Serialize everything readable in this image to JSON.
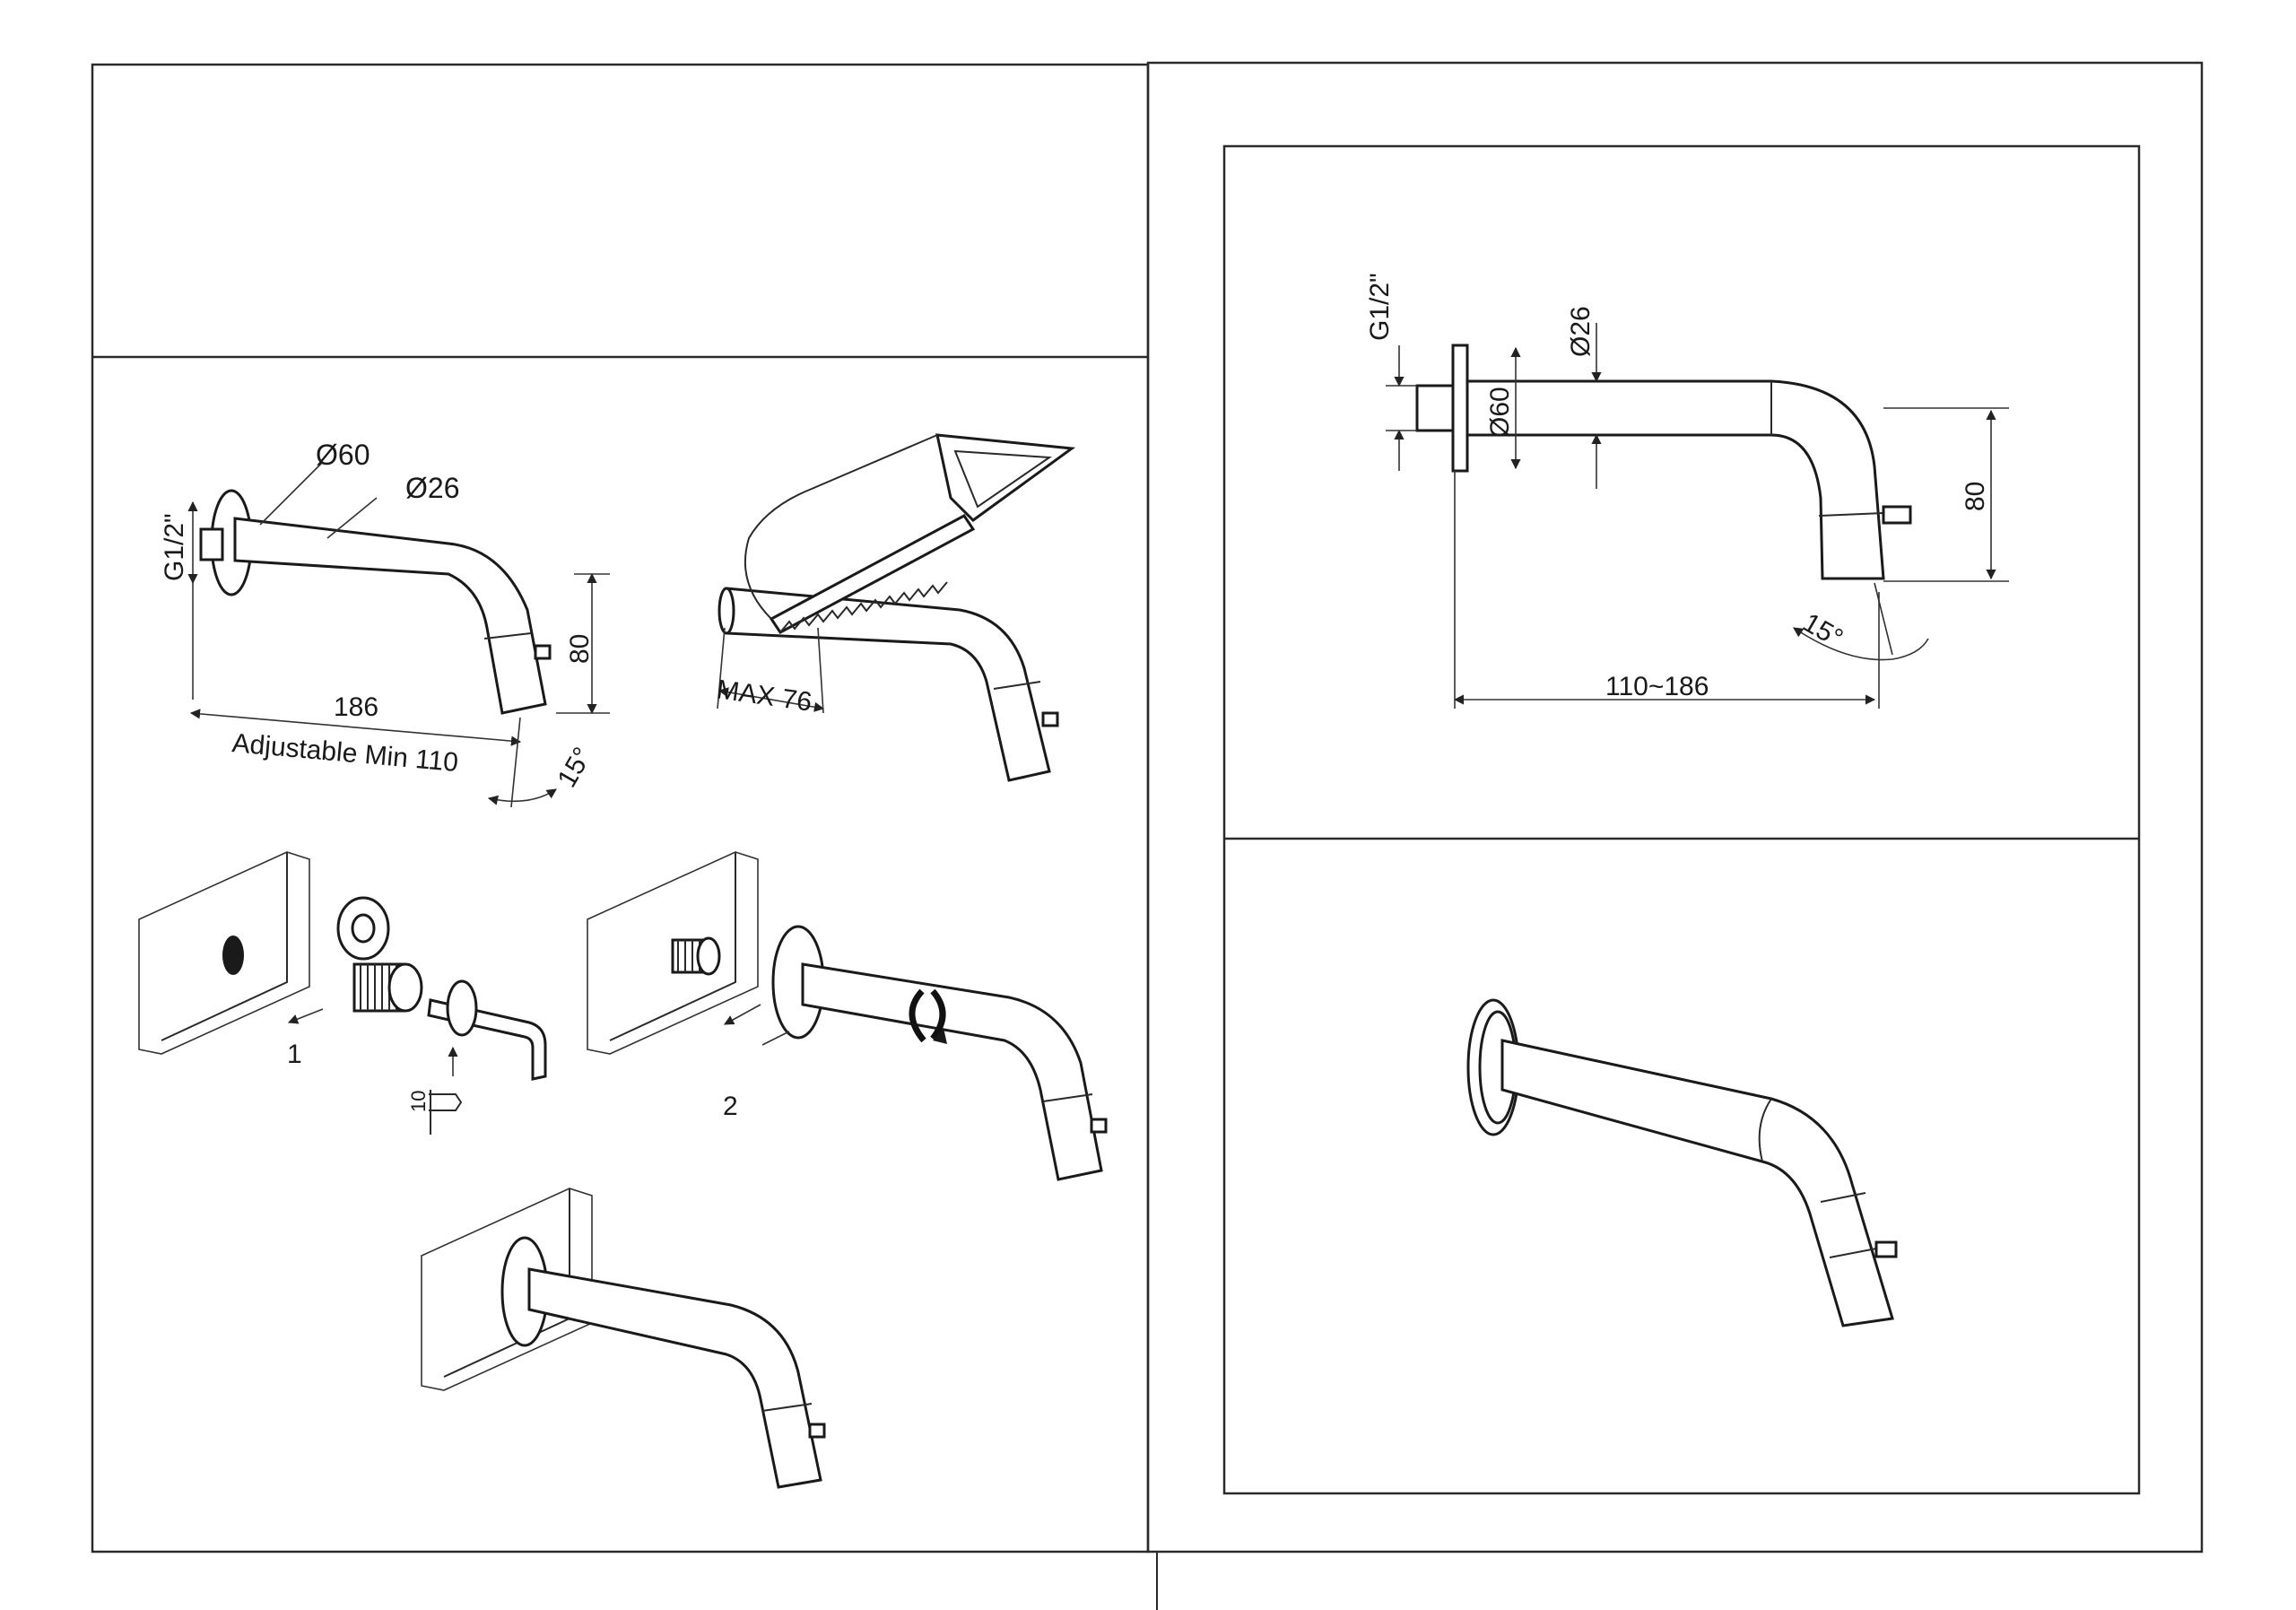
{
  "left_panel": {
    "spec_view": {
      "thread_label": "G1/2\"",
      "flange_diameter": "Ø60",
      "pipe_diameter": "Ø26",
      "length_label": "186",
      "adjustable_label": "Adjustable Min 110",
      "height_label": "80",
      "angle_label": "15°"
    },
    "cut_view": {
      "max_label": "MAX 76"
    },
    "install_steps": [
      {
        "number": "1",
        "small_dimension": "10"
      },
      {
        "number": "2"
      }
    ]
  },
  "right_panel": {
    "spec_view": {
      "thread_label": "G1/2\"",
      "pipe_diameter": "Ø26",
      "flange_diameter": "Ø60",
      "height_label": "80",
      "angle_label": "15°",
      "length_label": "110~186"
    }
  }
}
